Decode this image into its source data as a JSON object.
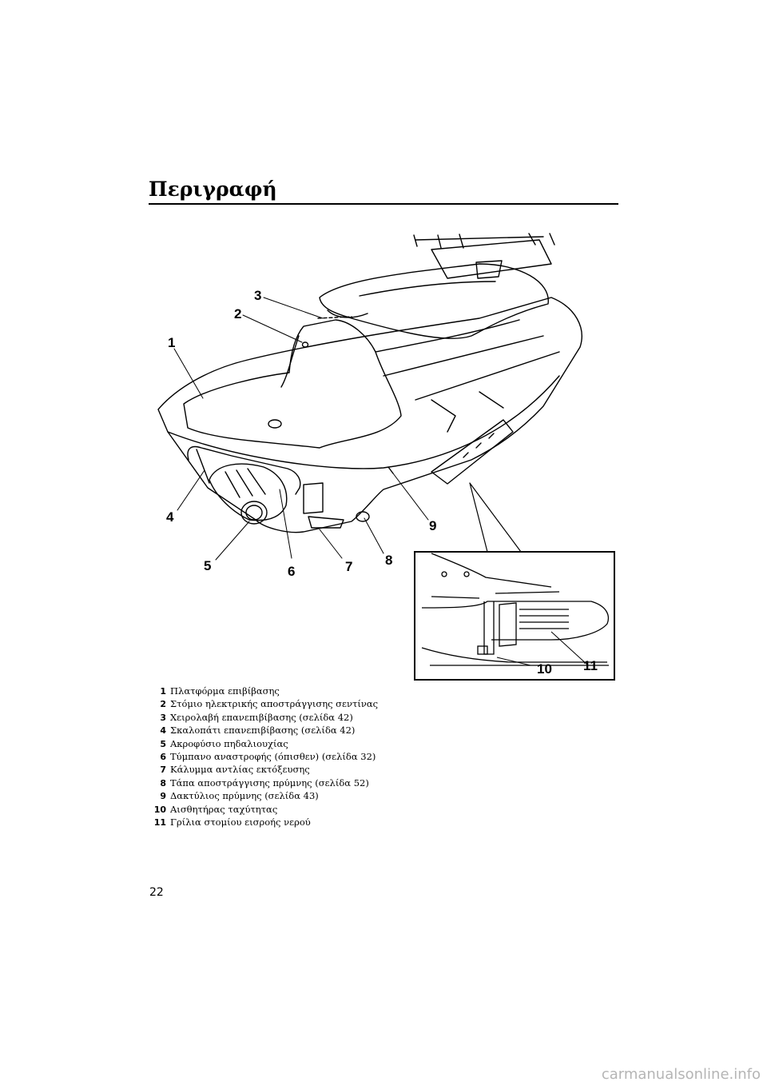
{
  "page": {
    "title": "Περιγραφή",
    "page_number": "22",
    "watermark": "carmanualsonline.info"
  },
  "figure": {
    "callouts": [
      "1",
      "2",
      "3",
      "4",
      "5",
      "6",
      "7",
      "8",
      "9",
      "10",
      "11"
    ]
  },
  "legend": [
    {
      "num": "1",
      "text": "Πλατφόρμα επιβίβασης"
    },
    {
      "num": "2",
      "text": "Στόμιο ηλεκτρικής αποστράγγισης σεντίνας"
    },
    {
      "num": "3",
      "text": "Χειρολαβή επανεπιβίβασης (σελίδα 42)"
    },
    {
      "num": "4",
      "text": "Σκαλοπάτι επανεπιβίβασης (σελίδα 42)"
    },
    {
      "num": "5",
      "text": "Ακροφύσιο πηδαλιουχίας"
    },
    {
      "num": "6",
      "text": "Τύμπανο αναστροφής (όπισθεν) (σελίδα 32)"
    },
    {
      "num": "7",
      "text": "Κάλυμμα αντλίας εκτόξευσης"
    },
    {
      "num": "8",
      "text": "Τάπα αποστράγγισης πρύμνης (σελίδα 52)"
    },
    {
      "num": "9",
      "text": "Δακτύλιος πρύμνης (σελίδα 43)"
    },
    {
      "num": "10",
      "text": "Αισθητήρας ταχύτητας"
    },
    {
      "num": "11",
      "text": "Γρίλια στομίου εισροής νερού"
    }
  ]
}
